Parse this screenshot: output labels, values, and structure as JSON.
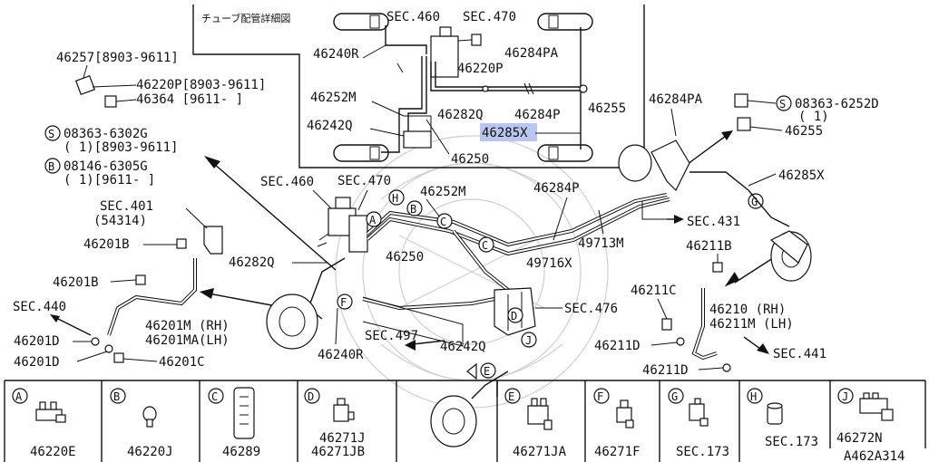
{
  "detail_title": "チューブ配管詳細図",
  "detail": {
    "sec460": "SEC.460",
    "sec470": "SEC.470",
    "p46240R": "46240R",
    "p46284PA": "46284PA",
    "p46220P": "46220P",
    "p46252M": "46252M",
    "p46242Q": "46242Q",
    "p46282Q": "46282Q",
    "p46284P": "46284P",
    "p46255": "46255",
    "p46285X": "46285X",
    "p46250": "46250"
  },
  "left": {
    "l1": "46257[8903-9611]",
    "l2": "46220P[8903-9611]",
    "l3": "46364 [9611-    ]",
    "s_code": "08363-6302G",
    "s_qty": "( 1)[8903-9611]",
    "b_code": "08146-6305G",
    "b_qty": "( 1)[9611-    ]",
    "sec401": "SEC.401",
    "sec401_sub": "(54314)",
    "p46201B_a": "46201B",
    "p46201B_b": "46201B",
    "sec440": "SEC.440",
    "p46201M": "46201M (RH)",
    "p46201MA": "46201MA(LH)",
    "p46201D_a": "46201D",
    "p46201D_b": "46201D",
    "p46201C": "46201C"
  },
  "main": {
    "sec460": "SEC.460",
    "sec470": "SEC.470",
    "p46252M": "46252M",
    "p46284P": "46284P",
    "p46282Q": "46282Q",
    "p46250": "46250",
    "p49713M": "49713M",
    "p49716X": "49716X",
    "p46240R": "46240R",
    "sec497": "SEC.497",
    "p46242Q": "46242Q",
    "sec476": "SEC.476",
    "sec431": "SEC.431"
  },
  "right": {
    "p46284PA": "46284PA",
    "s_code": "08363-6252D",
    "s_qty": "( 1)",
    "p46255": "46255",
    "p46285X": "46285X",
    "p46211B": "46211B",
    "p46211C": "46211C",
    "p46210": "46210  (RH)",
    "p46211M": "46211M (LH)",
    "p46211D_a": "46211D",
    "p46211D_b": "46211D",
    "sec441": "SEC.441"
  },
  "letters": [
    "A",
    "B",
    "C",
    "D",
    "E",
    "F",
    "G",
    "H",
    "J"
  ],
  "legend": [
    {
      "letter": "A",
      "part": "46220E"
    },
    {
      "letter": "B",
      "part": "46220J"
    },
    {
      "letter": "C",
      "part": "46289"
    },
    {
      "letter": "D",
      "part": "46271J",
      "part2": "46271JB"
    },
    {
      "letter": "E",
      "part": "46271JA"
    },
    {
      "letter": "F",
      "part": "46271F"
    },
    {
      "letter": "G",
      "part": "SEC.173"
    },
    {
      "letter": "H",
      "part": "SEC.173"
    },
    {
      "letter": "J",
      "part": "46272N"
    }
  ],
  "drawing_code": "A462A314",
  "colors": {
    "highlight": "#b9c7f0",
    "ink": "#111111",
    "watermark": "#cfcfcf"
  }
}
